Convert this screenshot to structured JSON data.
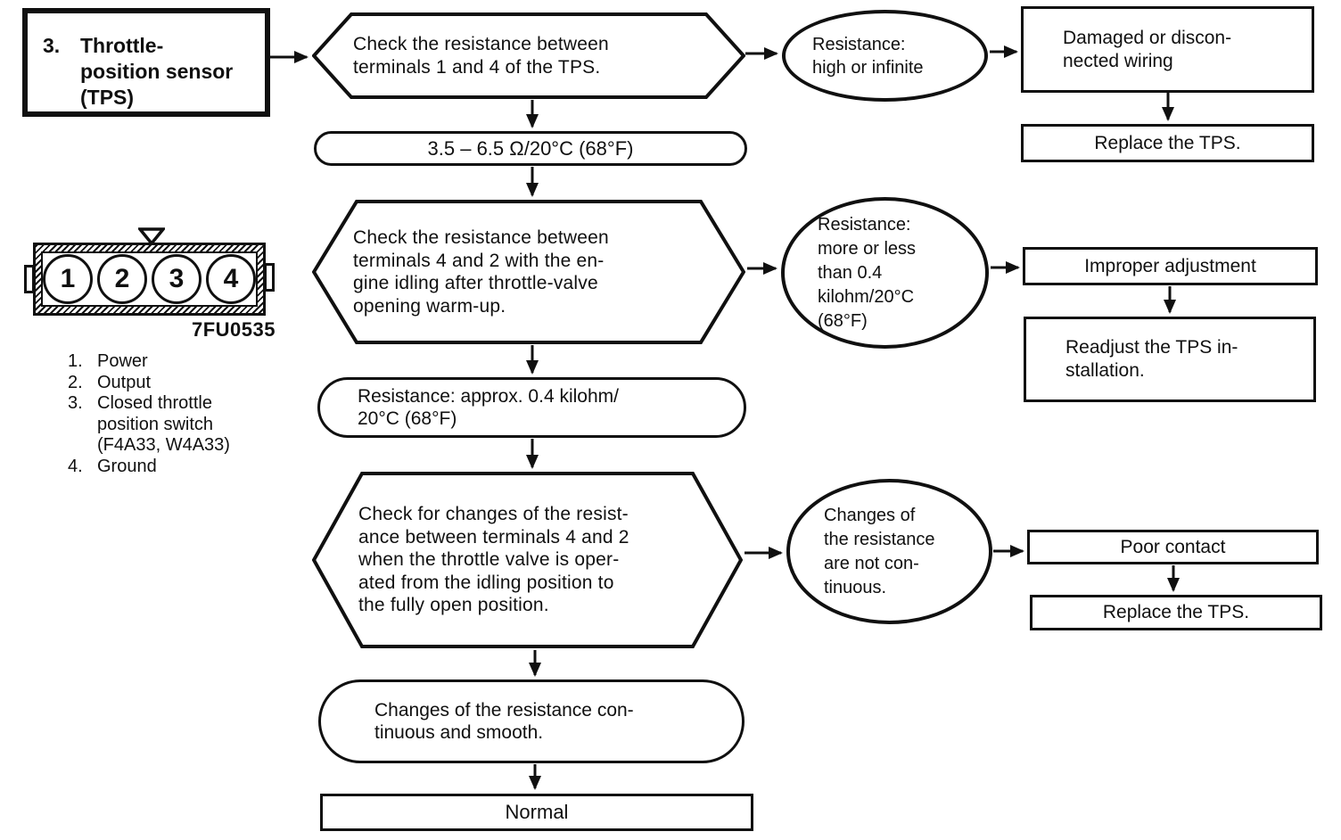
{
  "colors": {
    "ink": "#101010",
    "paper": "#ffffff"
  },
  "title_box": {
    "number": "3.",
    "lines": [
      "Throttle-",
      "position sensor",
      "(TPS)"
    ]
  },
  "connector": {
    "pins": [
      "1",
      "2",
      "3",
      "4"
    ],
    "figure_code": "7FU0535",
    "legend": [
      {
        "num": "1.",
        "lines": [
          "Power"
        ]
      },
      {
        "num": "2.",
        "lines": [
          "Output"
        ]
      },
      {
        "num": "3.",
        "lines": [
          "Closed throttle",
          "position switch",
          "(F4A33, W4A33)"
        ]
      },
      {
        "num": "4.",
        "lines": [
          "Ground"
        ]
      }
    ]
  },
  "steps": {
    "check1": [
      "Check the resistance between",
      "terminals 1 and 4 of the TPS."
    ],
    "spec1": "3.5 – 6.5 Ω/20°C (68°F)",
    "check2": [
      "Check the resistance between",
      "terminals 4 and 2 with the en-",
      "gine idling after throttle-valve",
      "opening warm-up."
    ],
    "spec2": [
      "Resistance: approx. 0.4 kilohm/",
      "20°C (68°F)"
    ],
    "check3": [
      "Check for changes of the resist-",
      "ance between terminals 4 and 2",
      "when the throttle valve is oper-",
      "ated from the idling position to",
      "the fully open position."
    ],
    "spec3": [
      "Changes of the resistance con-",
      "tinuous and smooth."
    ],
    "normal": "Normal"
  },
  "branches": {
    "result1": [
      "Resistance:",
      "high or infinite"
    ],
    "cause1": [
      "Damaged or discon-",
      "nected wiring"
    ],
    "action1": "Replace the TPS.",
    "result2": [
      "Resistance:",
      "more or less",
      "than 0.4",
      "kilohm/20°C",
      "(68°F)"
    ],
    "cause2": "Improper adjustment",
    "action2": [
      "Readjust the TPS in-",
      "stallation."
    ],
    "result3": [
      "Changes of",
      "the resistance",
      "are not con-",
      "tinuous."
    ],
    "cause3": "Poor contact",
    "action3": "Replace the TPS."
  }
}
